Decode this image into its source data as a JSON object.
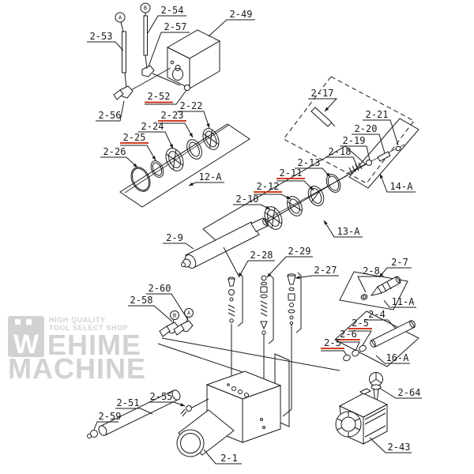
{
  "colors": {
    "line": "#1a1a1a",
    "highlight": "#cc2200",
    "watermark": "#d2d2d2",
    "background": "#ffffff"
  },
  "watermark": {
    "logo_letter": "W",
    "tagline_line1": "HIGH QUALITY",
    "tagline_line2": "TOOL SELECT SHOP",
    "brand_line1": "EHIME",
    "brand_line2": "MACHINE"
  },
  "diagram": {
    "labels": {
      "l2_53": {
        "text": "2-53"
      },
      "l2_54": {
        "text": "2-54"
      },
      "l2_57": {
        "text": "2-57"
      },
      "l2_49": {
        "text": "2-49"
      },
      "l2_52": {
        "text": "2-52"
      },
      "l2_56": {
        "text": "2-56"
      },
      "l2_22": {
        "text": "2-22"
      },
      "l2_23": {
        "text": "2-23"
      },
      "l2_24": {
        "text": "2-24"
      },
      "l2_25": {
        "text": "2-25"
      },
      "l2_26": {
        "text": "2-26"
      },
      "l12_a": {
        "text": "12-A"
      },
      "l2_17": {
        "text": "2-17"
      },
      "l2_21": {
        "text": "2-21"
      },
      "l2_20": {
        "text": "2-20"
      },
      "l2_19": {
        "text": "2-19"
      },
      "l2_18": {
        "text": "2-18"
      },
      "l2_13": {
        "text": "2-13"
      },
      "l2_11": {
        "text": "2-11"
      },
      "l2_12": {
        "text": "2-12"
      },
      "l2_10": {
        "text": "2-10"
      },
      "l14_a": {
        "text": "14-A"
      },
      "l13_a": {
        "text": "13-A"
      },
      "l2_9": {
        "text": "2-9"
      },
      "l2_28": {
        "text": "2-28"
      },
      "l2_29": {
        "text": "2-29"
      },
      "l2_27": {
        "text": "2-27"
      },
      "l2_8": {
        "text": "2-8"
      },
      "l2_7": {
        "text": "2-7"
      },
      "l11_a": {
        "text": "11-A"
      },
      "l2_60": {
        "text": "2-60"
      },
      "l2_58": {
        "text": "2-58"
      },
      "l2_4": {
        "text": "2-4"
      },
      "l2_5a": {
        "text": "2-5"
      },
      "l2_6": {
        "text": "2-6"
      },
      "l2_5b": {
        "text": "2-5"
      },
      "l16_a": {
        "text": "16-A"
      },
      "l2_64": {
        "text": "2-64"
      },
      "l2_43": {
        "text": "2-43"
      },
      "l2_55": {
        "text": "2-55"
      },
      "l2_51": {
        "text": "2-51"
      },
      "l2_59": {
        "text": "2-59"
      },
      "l2_1": {
        "text": "2-1"
      }
    },
    "connector_markers": {
      "top_a": {
        "letter": "A"
      },
      "top_b": {
        "letter": "B"
      },
      "bottom_b": {
        "letter": "B"
      },
      "bottom_a": {
        "letter": "A"
      }
    },
    "highlighted_parts": [
      "2-52",
      "2-23",
      "2-25",
      "2-11",
      "2-12",
      "2-5",
      "2-6"
    ]
  }
}
